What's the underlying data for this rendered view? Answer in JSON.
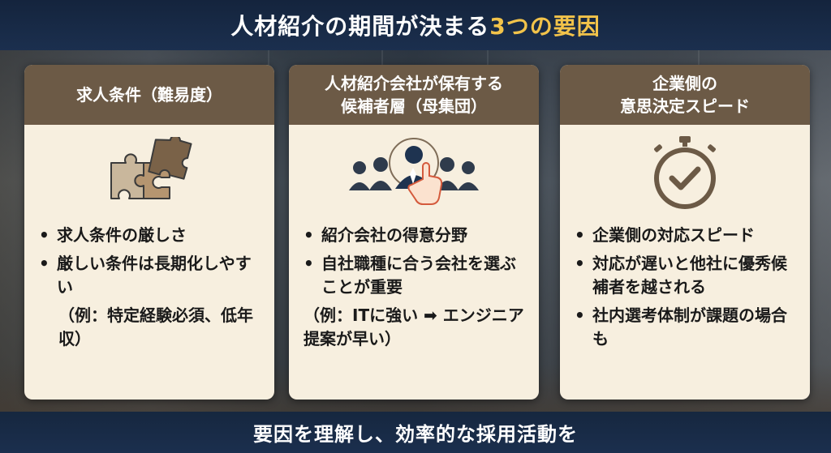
{
  "title": {
    "main": "人材紹介の期間が決まる",
    "accent": "3つの要因"
  },
  "cards": [
    {
      "heading_lines": [
        "求人条件（難易度）"
      ],
      "icon": "puzzle-icon",
      "bullets": [
        "求人条件の厳しさ",
        "厳しい条件は長期化しやすい"
      ],
      "note": "（例：特定経験必須、低年収）"
    },
    {
      "heading_lines": [
        "人材紹介会社が保有する",
        "候補者層（母集団）"
      ],
      "icon": "candidate-pool-icon",
      "bullets": [
        "紹介会社の得意分野",
        "自社職種に合う会社を選ぶことが重要"
      ],
      "note": "（例：ITに強い ➡ エンジニア提案が早い）"
    },
    {
      "heading_lines": [
        "企業側の",
        "意思決定スピード"
      ],
      "icon": "stopwatch-icon",
      "bullets": [
        "企業側の対応スピード",
        "対応が遅いと他社に優秀候補者を越される",
        "社内選考体制が課題の場合も"
      ],
      "note": ""
    }
  ],
  "footer": "要因を理解し、効率的な採用活動を",
  "colors": {
    "header_bar": "#1b2f4e",
    "card_header": "#6c5a46",
    "card_body": "#f7efdf",
    "accent": "#f2c34a"
  }
}
